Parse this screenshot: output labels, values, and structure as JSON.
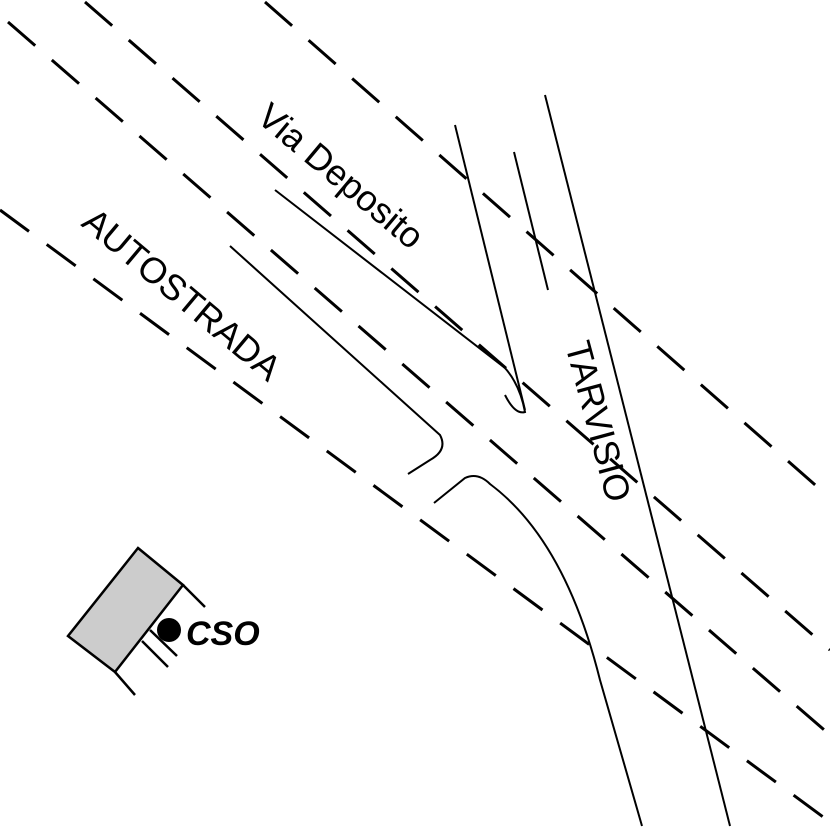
{
  "labels": {
    "via_deposito": "Via Deposito",
    "autostrada": "AUTOSTRADA",
    "tarvisio": "TARVISIO",
    "cso": "CSO"
  },
  "colors": {
    "line": "#000000",
    "building": "#cccccc",
    "background": "#ffffff"
  }
}
